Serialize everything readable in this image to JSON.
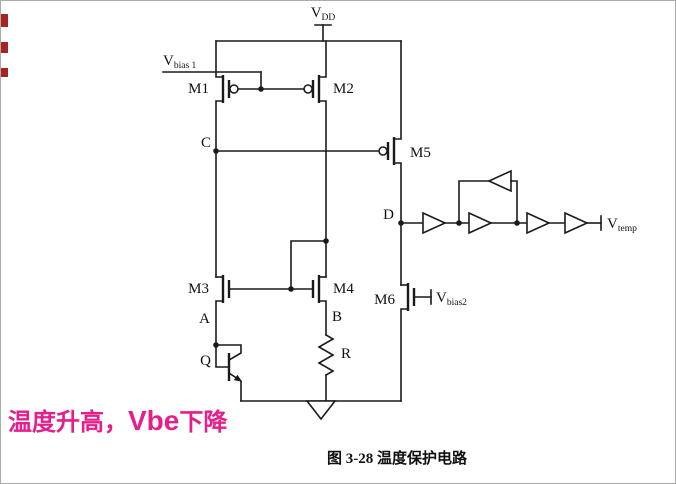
{
  "colors": {
    "line": "#1a1a1a",
    "annotation": "#e61e8c",
    "edge_mark": "#a82222"
  },
  "schematic": {
    "power": {
      "vdd_main": "V",
      "vdd_sub": "DD"
    },
    "bias": {
      "vbias1_main": "V",
      "vbias1_sub": "bias 1",
      "vbias2_main": "V",
      "vbias2_sub": "bias2"
    },
    "output": {
      "vtemp_main": "V",
      "vtemp_sub": "temp"
    },
    "transistors": {
      "m1": "M1",
      "m2": "M2",
      "m3": "M3",
      "m4": "M4",
      "m5": "M5",
      "m6": "M6",
      "q": "Q"
    },
    "resistor": "R",
    "nodes": {
      "a": "A",
      "b": "B",
      "c": "C",
      "d": "D"
    }
  },
  "annotation": {
    "part1": "温度升高，",
    "part2": "Vbe",
    "part3": "下降"
  },
  "caption": "图 3-28 温度保护电路"
}
